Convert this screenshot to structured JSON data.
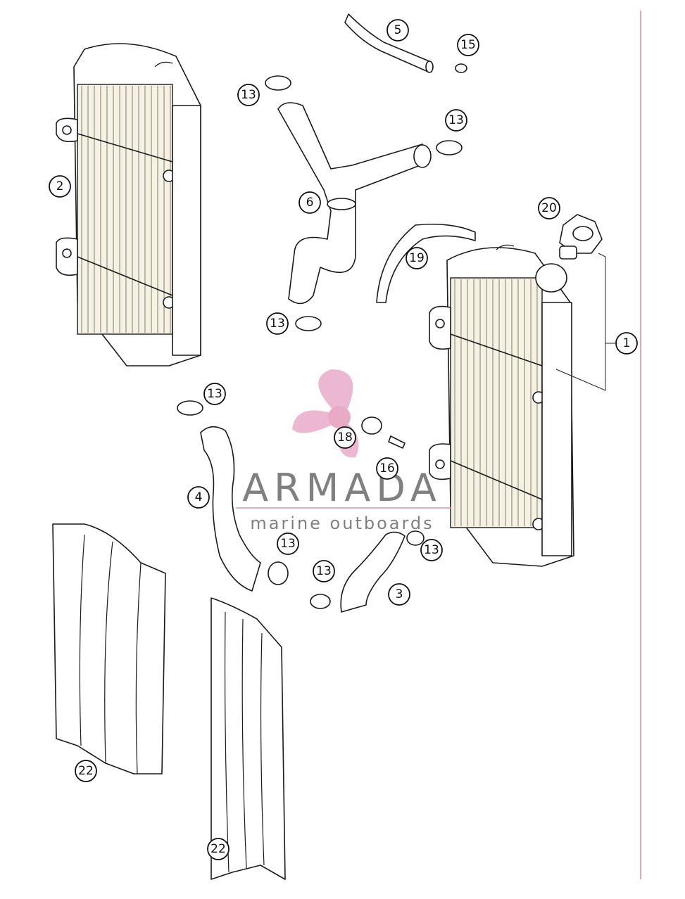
{
  "diagram": {
    "callouts": [
      {
        "id": "c1",
        "label": "1"
      },
      {
        "id": "c2",
        "label": "2"
      },
      {
        "id": "c3",
        "label": "3"
      },
      {
        "id": "c4",
        "label": "4"
      },
      {
        "id": "c5",
        "label": "5"
      },
      {
        "id": "c6",
        "label": "6"
      },
      {
        "id": "c13a",
        "label": "13"
      },
      {
        "id": "c13b",
        "label": "13"
      },
      {
        "id": "c13c",
        "label": "13"
      },
      {
        "id": "c13d",
        "label": "13"
      },
      {
        "id": "c13e",
        "label": "13"
      },
      {
        "id": "c13f",
        "label": "13"
      },
      {
        "id": "c13g",
        "label": "13"
      },
      {
        "id": "c15",
        "label": "15"
      },
      {
        "id": "c16",
        "label": "16"
      },
      {
        "id": "c18",
        "label": "18"
      },
      {
        "id": "c19",
        "label": "19"
      },
      {
        "id": "c20",
        "label": "20"
      },
      {
        "id": "c22a",
        "label": "22"
      },
      {
        "id": "c22b",
        "label": "22"
      }
    ]
  },
  "watermark": {
    "brand": "ARMADA",
    "tagline": "marine outboards",
    "color": "#e8a6c4",
    "text_color": "#7a7a7a"
  }
}
